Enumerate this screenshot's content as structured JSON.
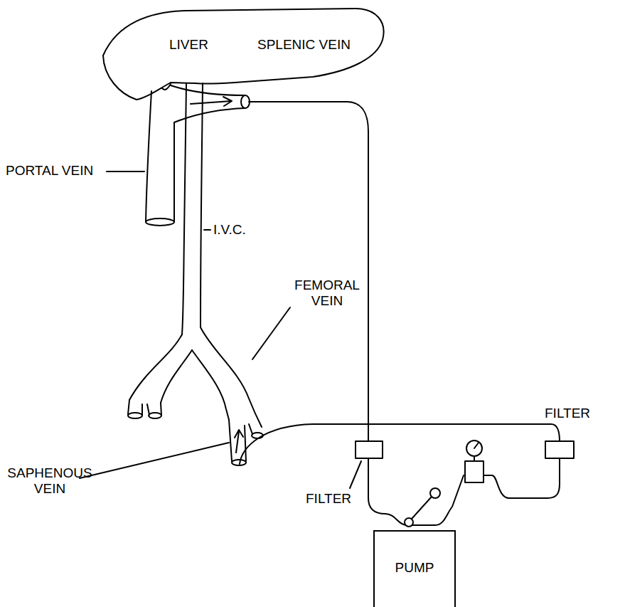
{
  "diagram": {
    "nodes": [
      {
        "text": [
          "PUMP"
        ]
      }
    ],
    "labels": [
      "LIVER",
      "SPLENIC VEIN",
      "PORTAL VEIN",
      "I.V.C.",
      "FEMORAL VEIN",
      "SAPHENOUS VEIN",
      "FILTER",
      "FILTER"
    ]
  }
}
